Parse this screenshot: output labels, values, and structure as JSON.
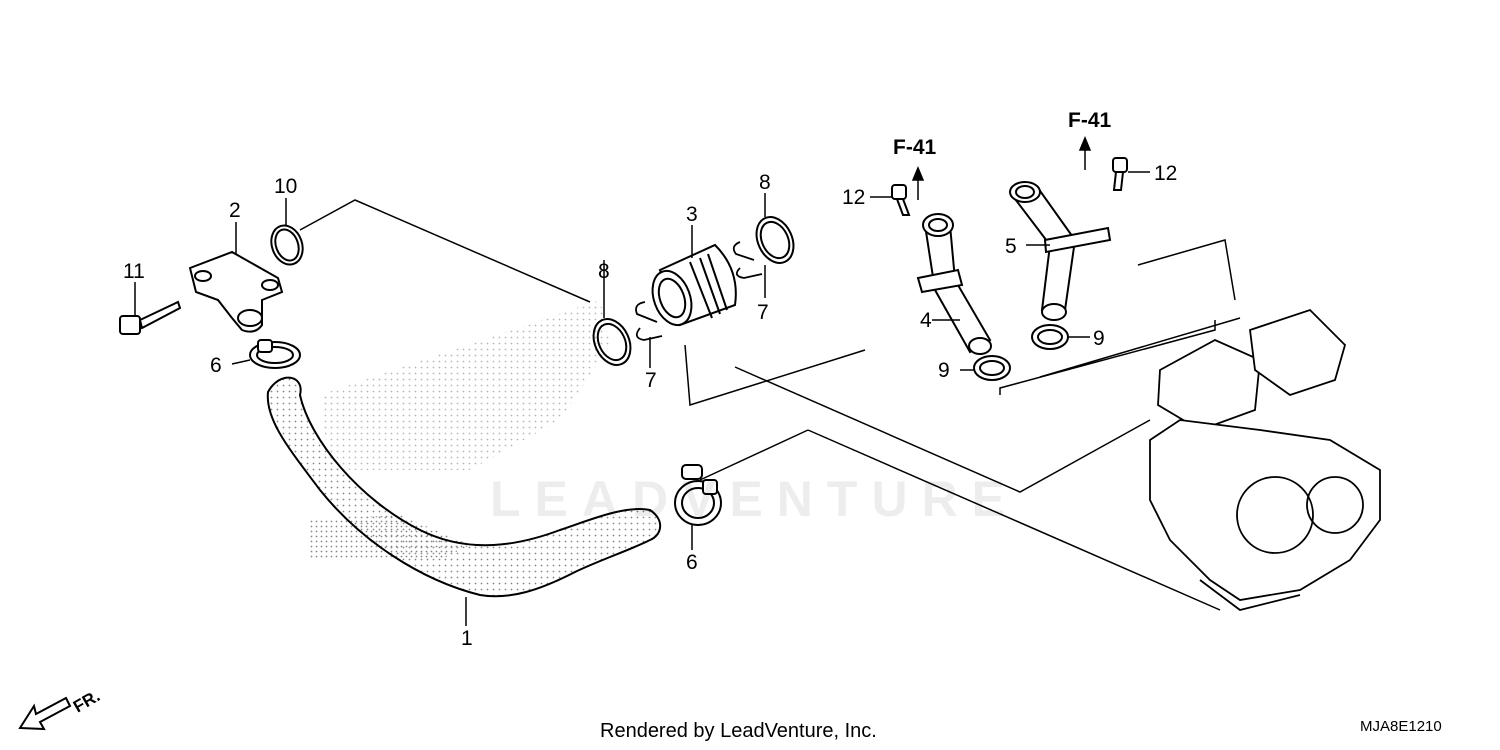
{
  "diagram": {
    "callouts": {
      "c1": "1",
      "c2": "2",
      "c3": "3",
      "c4": "4",
      "c5": "5",
      "c6a": "6",
      "c6b": "6",
      "c7a": "7",
      "c7b": "7",
      "c8a": "8",
      "c8b": "8",
      "c9a": "9",
      "c9b": "9",
      "c10": "10",
      "c11": "11",
      "c12a": "12",
      "c12b": "12"
    },
    "refs": {
      "left": "F-41",
      "right": "F-41"
    },
    "front_indicator": "FR.",
    "watermark": "LEADVENTURE"
  },
  "footer": {
    "credit": "Rendered by LeadVenture, Inc.",
    "diagram_code": "MJA8E1210"
  }
}
